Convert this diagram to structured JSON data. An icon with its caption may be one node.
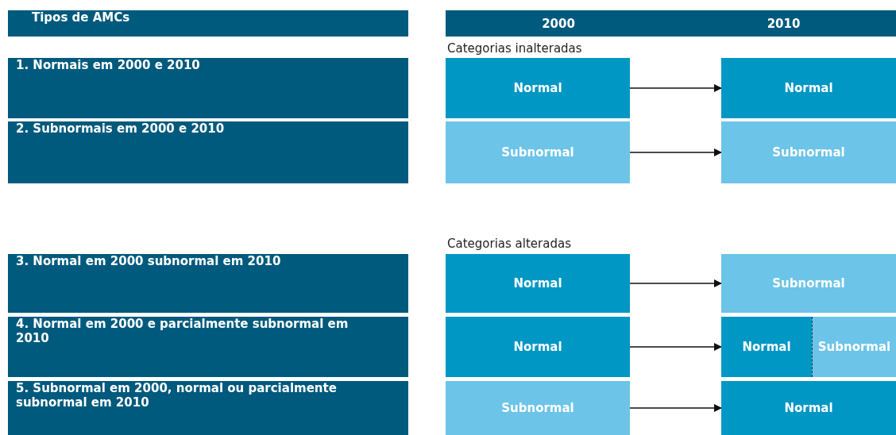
{
  "diagram": {
    "nodes": [
      {
        "text": [
          "Tipos de AMCs"
        ]
      },
      {
        "text": [
          "2000"
        ]
      },
      {
        "text": [
          "2010"
        ]
      },
      {
        "text": [
          "1. Normais em 2000 e 2010"
        ]
      },
      {
        "text": [
          "Normal"
        ]
      },
      {
        "text": [
          "Normal"
        ]
      },
      {
        "text": [
          "2. Subnormais em 2000 e 2010"
        ]
      },
      {
        "text": [
          "Subnormal"
        ]
      },
      {
        "text": [
          "Subnormal"
        ]
      },
      {
        "text": [
          "3. Normal em 2000 subnormal em 2010"
        ]
      },
      {
        "text": [
          "Normal"
        ]
      },
      {
        "text": [
          "Subnormal"
        ]
      },
      {
        "text": [
          "4. Normal em 2000 e parcialmente subnormal em 2010"
        ]
      },
      {
        "text": [
          "Normal"
        ]
      },
      {
        "text": [
          "Normal",
          "Subnormal"
        ]
      },
      {
        "text": [
          "5. Subnormal em 2000, normal ou parcialmente subnormal em 2010"
        ]
      },
      {
        "text": [
          "Subnormal"
        ]
      },
      {
        "text": [
          "Normal"
        ]
      }
    ],
    "edges": [
      {
        "from": 4,
        "to": 5,
        "arrow": "to"
      },
      {
        "from": 7,
        "to": 8,
        "arrow": "to"
      },
      {
        "from": 10,
        "to": 11,
        "arrow": "to"
      },
      {
        "from": 13,
        "to": 14,
        "arrow": "to"
      },
      {
        "from": 16,
        "to": 17,
        "arrow": "to"
      }
    ],
    "labels": [
      "Categorias inalteradas",
      "Categorias alteradas"
    ]
  }
}
